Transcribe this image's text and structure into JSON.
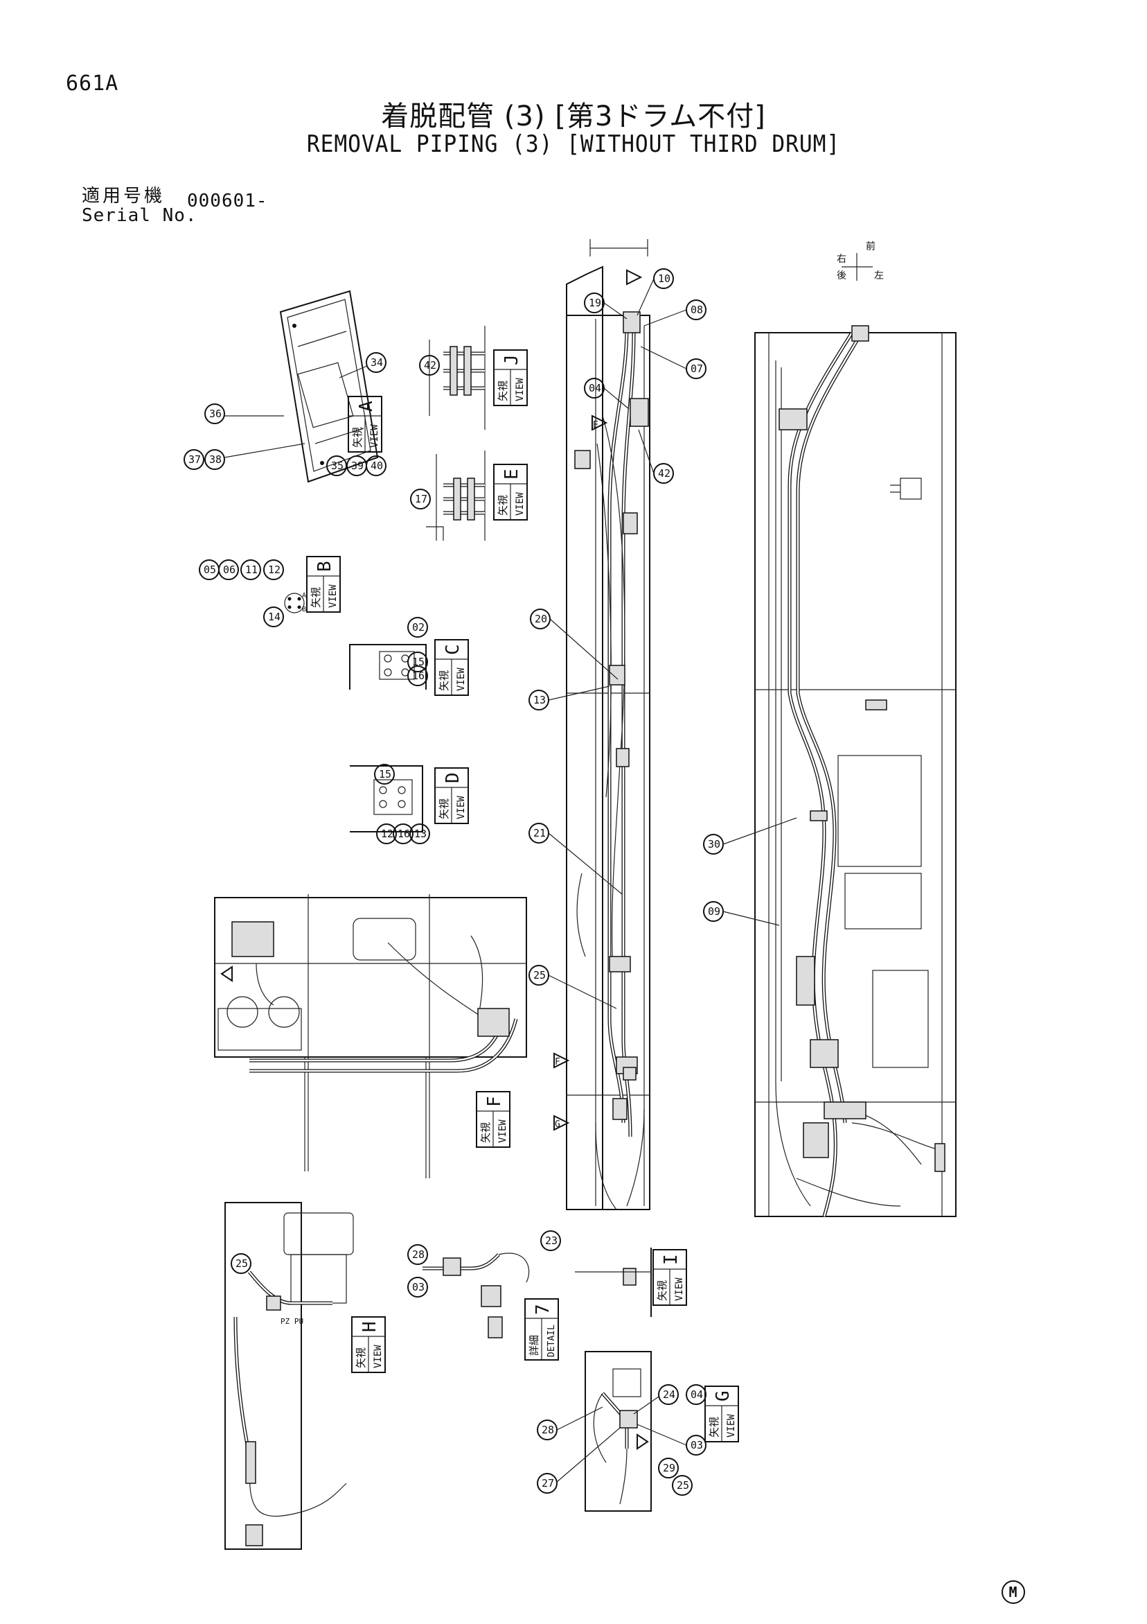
{
  "header": {
    "page_number": "661A",
    "title_jp": "着脱配管 (3) [第3ドラム不付]",
    "title_en": "REMOVAL PIPING (3) [WITHOUT THIRD DRUM]",
    "serial_label_jp": "適用号機",
    "serial_label_en": "Serial No.",
    "serial_value": "000601-"
  },
  "views": {
    "A": {
      "jp": "矢視",
      "en": "VIEW",
      "letter": "A"
    },
    "B": {
      "jp": "矢視",
      "en": "VIEW",
      "letter": "B"
    },
    "C": {
      "jp": "矢視",
      "en": "VIEW",
      "letter": "C"
    },
    "D": {
      "jp": "矢視",
      "en": "VIEW",
      "letter": "D"
    },
    "E": {
      "jp": "矢視",
      "en": "VIEW",
      "letter": "E"
    },
    "F": {
      "jp": "矢視",
      "en": "VIEW",
      "letter": "F"
    },
    "G": {
      "jp": "矢視",
      "en": "VIEW",
      "letter": "G"
    },
    "H": {
      "jp": "矢視",
      "en": "VIEW",
      "letter": "H"
    },
    "I": {
      "jp": "矢視",
      "en": "VIEW",
      "letter": "I"
    },
    "J": {
      "jp": "矢視",
      "en": "VIEW",
      "letter": "J"
    },
    "detail7": {
      "jp": "詳細",
      "en": "DETAIL",
      "letter": "7"
    }
  },
  "callouts": {
    "viewA": [
      "34",
      "35",
      "36",
      "37",
      "38",
      "39",
      "40"
    ],
    "viewB": [
      "05",
      "06",
      "11",
      "12",
      "14"
    ],
    "viewC": [
      "02",
      "15",
      "16"
    ],
    "viewD": [
      "12",
      "16",
      "13",
      "15"
    ],
    "viewE": [
      "17"
    ],
    "viewJ": [
      "42"
    ],
    "main": [
      "19",
      "10",
      "08",
      "07",
      "04",
      "42",
      "20",
      "13",
      "21",
      "25"
    ],
    "right": [
      "30",
      "09"
    ],
    "viewH": [
      "25"
    ],
    "detail7": [
      "28",
      "03"
    ],
    "viewI": [
      "23"
    ],
    "viewG": [
      "24",
      "04",
      "28",
      "03",
      "29",
      "25",
      "27"
    ]
  },
  "small_labels": {
    "port_a": "A",
    "port_b": "B",
    "pz_pu": "PZ PU",
    "arrow_e": "E",
    "arrow_f": "F",
    "arrow_g": "G",
    "compass_front": "前",
    "compass_back": "後",
    "compass_right": "右",
    "compass_left": "左"
  },
  "footer": {
    "mark": "M"
  }
}
